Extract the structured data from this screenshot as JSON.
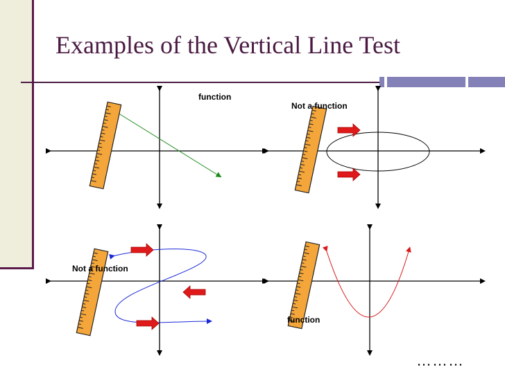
{
  "slide": {
    "title": "Examples of the Vertical Line Test",
    "footer": "………"
  },
  "colors": {
    "title": "#4a1a42",
    "accent_block": "#8480b8",
    "sidebar": "#efeedd",
    "ruler_fill": "#f4a63a",
    "arrow_red": "#e01a1a",
    "line_green": "#1a8a1a",
    "curve_blue": "#1a28d8",
    "curve_red": "#d81a1a"
  },
  "panels": [
    {
      "label": "function",
      "curve": "straight descending line",
      "ruler": "ruler-icon"
    },
    {
      "label": "Not a function",
      "curve": "ellipse",
      "ruler": "ruler-icon"
    },
    {
      "label": "Not a function",
      "curve": "s-shaped curve",
      "ruler": "ruler-icon"
    },
    {
      "label": "function",
      "curve": "parabola",
      "ruler": "ruler-icon"
    }
  ]
}
